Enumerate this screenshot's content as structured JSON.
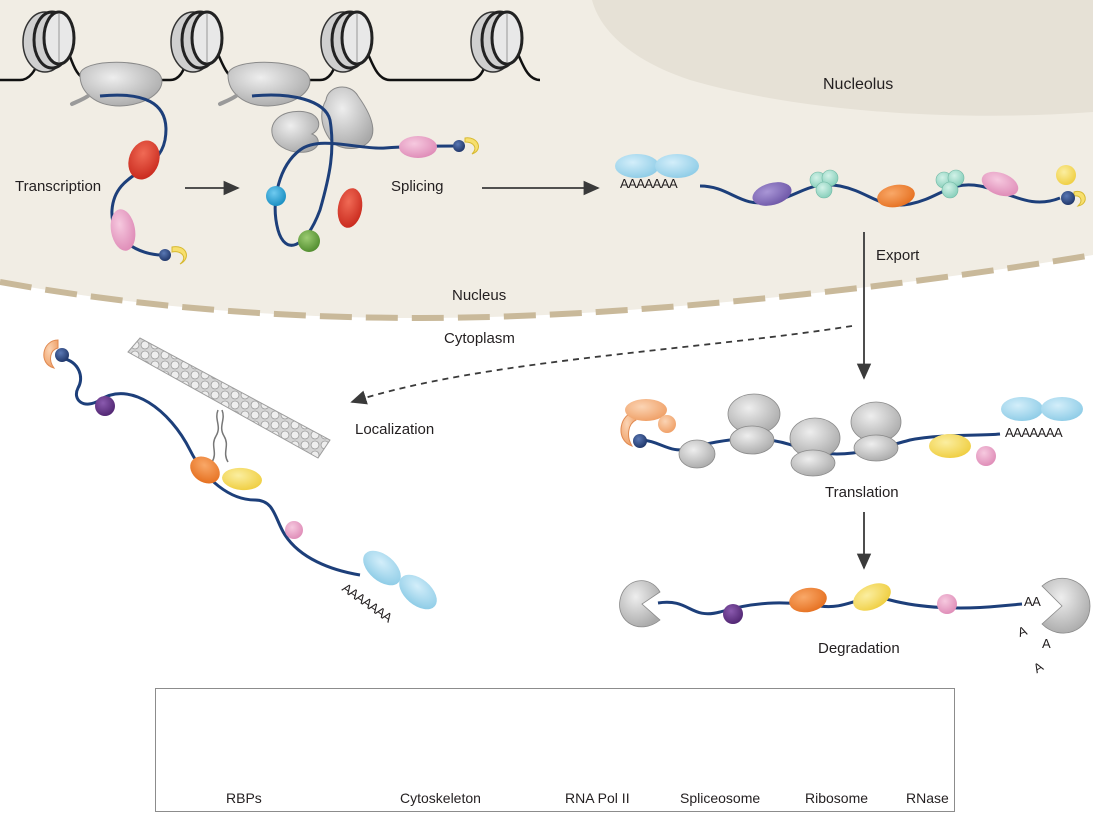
{
  "regions": {
    "nucleolus": "Nucleolus",
    "nucleus": "Nucleus",
    "cytoplasm": "Cytoplasm"
  },
  "steps": {
    "transcription": "Transcription",
    "splicing": "Splicing",
    "export": "Export",
    "localization": "Localization",
    "translation": "Translation",
    "degradation": "Degradation"
  },
  "poly_a": {
    "tail": "AAAAAAA",
    "tail_short": "AA",
    "released": "A"
  },
  "legend": {
    "rbps": "RBPs",
    "cytoskeleton": "Cytoskeleton",
    "rna_pol_ii": "RNA Pol II",
    "spliceosome": "Spliceosome",
    "ribosome": "Ribosome",
    "rnase": "RNase"
  },
  "colors": {
    "nucleus_fill": "#f0ece3",
    "nucleolus_fill": "#e8e3d8",
    "envelope": "#c9b99a",
    "rna_strand": "#1d3f7a",
    "protein_gray": "#c8c8c8",
    "red": "#d93a2b",
    "pink": "#e9a6c8",
    "navy": "#2e4a86",
    "yellow": "#f7df6e",
    "light_blue": "#a7d7ec",
    "mint": "#a5e0d0",
    "purple": "#6a3a8e",
    "lavender": "#8a75c0",
    "orange": "#f08a3c",
    "peach": "#f6b88a",
    "cyan": "#29a9de",
    "green": "#6fae46"
  }
}
